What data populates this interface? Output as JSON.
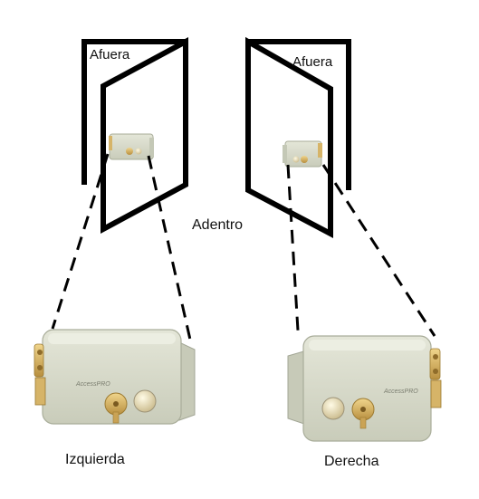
{
  "labels": {
    "outside": "Afuera",
    "inside": "Adentro",
    "left": "Izquierda",
    "right": "Derecha",
    "brand": "AccessPRO"
  },
  "colors": {
    "line": "#000000",
    "lock_body": "#d9dccd",
    "lock_shade": "#c4c8b6",
    "lock_edge": "#a9ad9a",
    "brass": "#d6b468",
    "brass_dark": "#b08a3c",
    "background": "#ffffff"
  }
}
